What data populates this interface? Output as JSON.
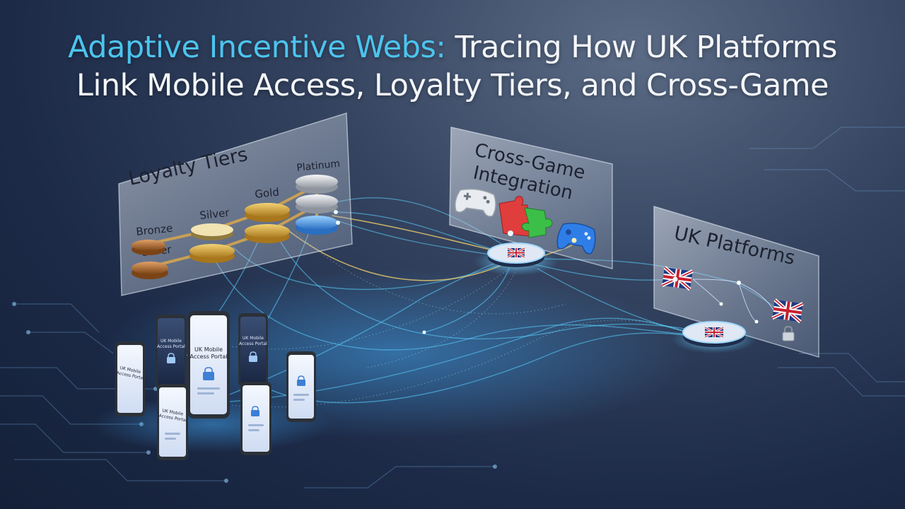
{
  "title": {
    "accent": "Adaptive Incentive Webs:",
    "line1_rest": " Tracing How UK Platforms",
    "line2": "Link Mobile Access, Loyalty Tiers, and Cross-Game"
  },
  "loyalty_panel": {
    "heading": "Loyalty Tiers",
    "tiers": [
      "Bronze",
      "Silver",
      "Silver",
      "Gold",
      "Platinum"
    ]
  },
  "cross_game_panel": {
    "heading_line1": "Cross-Game",
    "heading_line2": "Integration"
  },
  "uk_panel": {
    "heading": "UK Platforms"
  },
  "phones": {
    "portal_label_line1": "UK Mobile",
    "portal_label_line2": "Access Portal"
  },
  "colors": {
    "accent_title": "#4cc4ee",
    "web_glow": "#5ad0ff",
    "gold": "#d9a93a",
    "bronze": "#b8743a",
    "silver": "#cfd4da",
    "platinum": "#e6e9ee",
    "tier_blue": "#4aa3f0"
  },
  "icons": [
    "controller-icon",
    "puzzle-icon",
    "gamepad-icon",
    "uk-flag-icon",
    "lock-icon"
  ]
}
